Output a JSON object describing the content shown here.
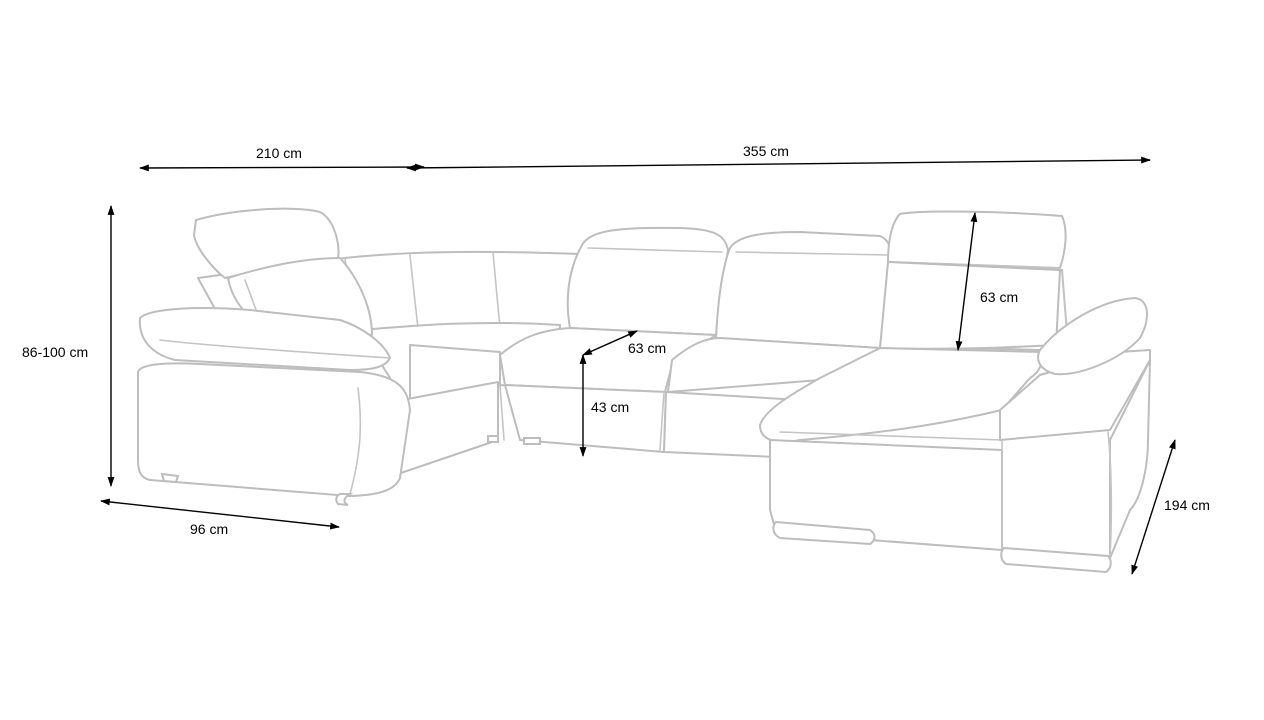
{
  "dimensions": {
    "left_width": "210 cm",
    "total_width": "355 cm",
    "height": "86-100 cm",
    "left_depth": "96 cm",
    "seat_depth": "63 cm",
    "seat_height": "43 cm",
    "headrest_height": "63 cm",
    "chaise_depth": "194 cm"
  },
  "colors": {
    "outline": "#bdbdbd",
    "dimension_lines": "#000000"
  }
}
